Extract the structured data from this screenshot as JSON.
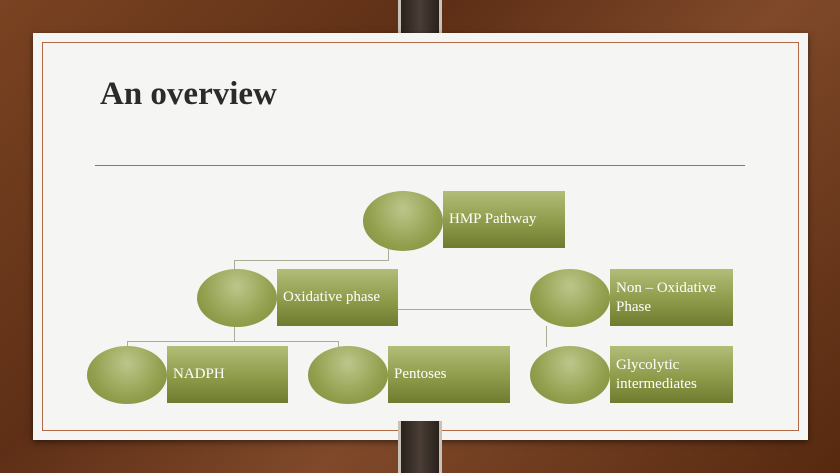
{
  "slide": {
    "title": "An overview"
  },
  "diagram": {
    "root": "HMP Pathway",
    "oxidative": "Oxidative phase",
    "non_oxidative": "Non – Oxidative Phase",
    "nadph": "NADPH",
    "pentoses": "Pentoses",
    "glycolytic": "Glycolytic intermediates"
  }
}
